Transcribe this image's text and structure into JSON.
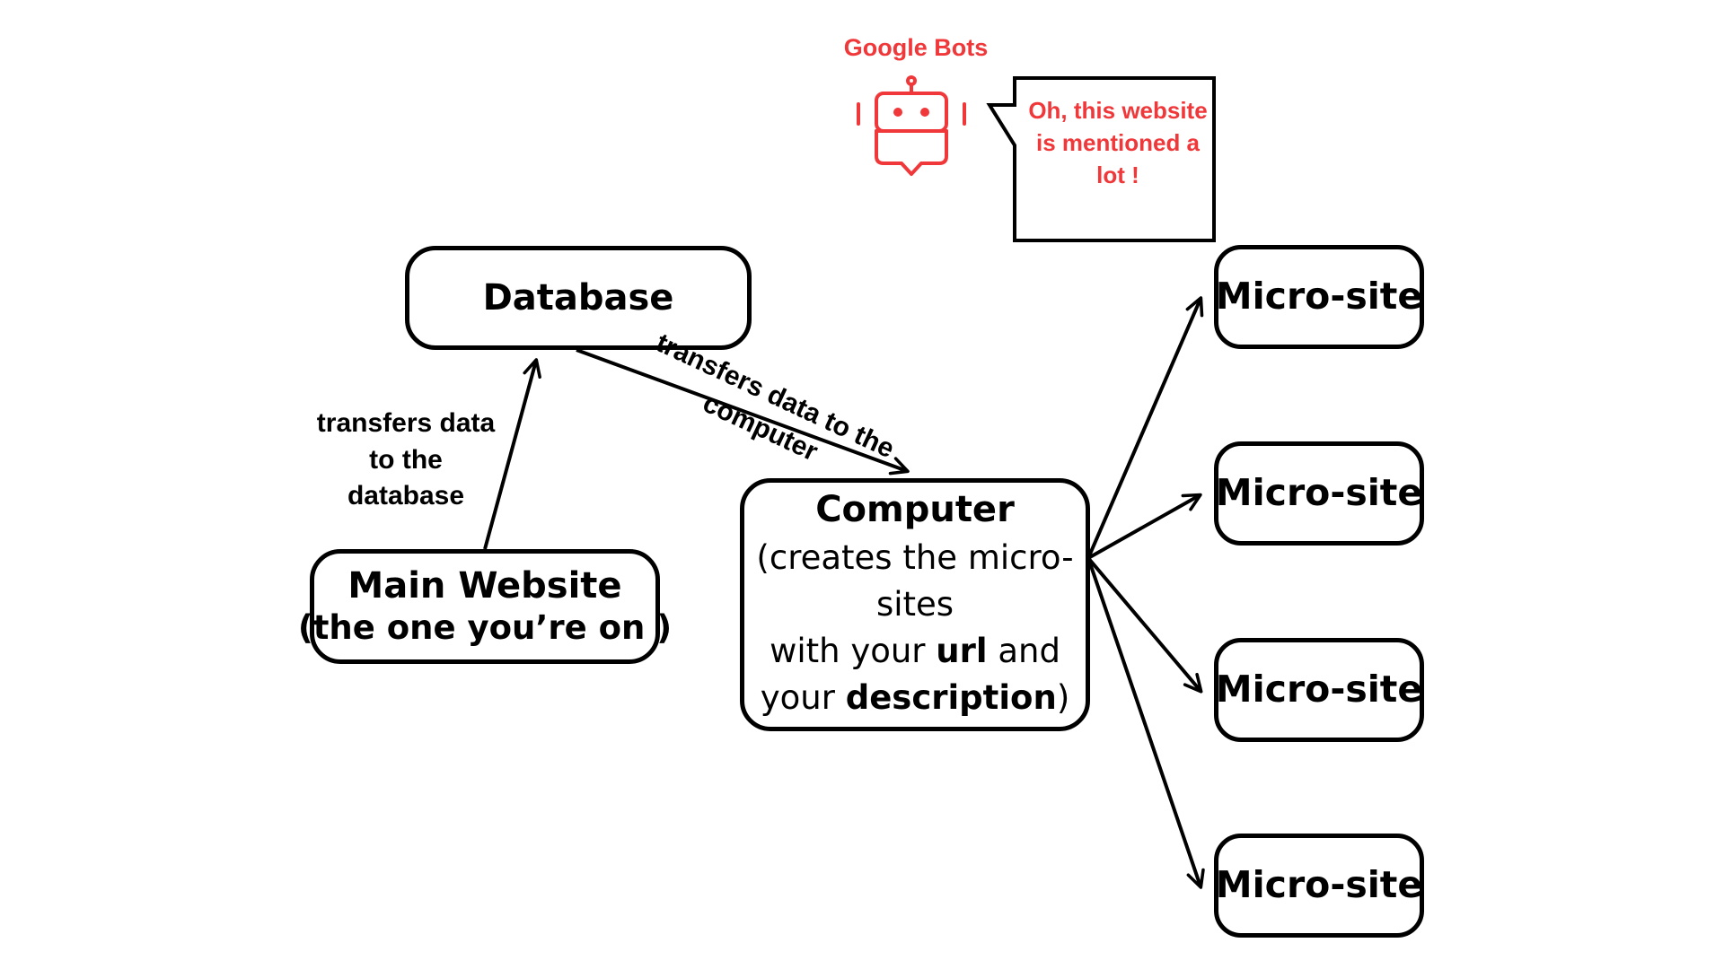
{
  "colors": {
    "line": "#000000",
    "accent": "#f0383a",
    "background": "#ffffff"
  },
  "nodes": {
    "database": {
      "title": "Database"
    },
    "main_website": {
      "title": "Main Website",
      "subtitle": "(the one you’re on )"
    },
    "computer": {
      "title": "Computer",
      "line1": "(creates the micro-",
      "line2": "sites",
      "line3_pre": "with your ",
      "line3_bold": "url",
      "line3_post": " and",
      "line4_pre": "your ",
      "line4_bold": "description",
      "line4_post": ")"
    },
    "micro_sites": [
      {
        "label": "Micro-site"
      },
      {
        "label": "Micro-site"
      },
      {
        "label": "Micro-site"
      },
      {
        "label": "Micro-site"
      }
    ]
  },
  "edges": {
    "main_to_database": "transfers data to the database",
    "database_to_computer": "transfers data to the computer"
  },
  "bot": {
    "title": "Google Bots",
    "icon": "robot-icon",
    "speech": "Oh, this website is mentioned a lot !"
  }
}
